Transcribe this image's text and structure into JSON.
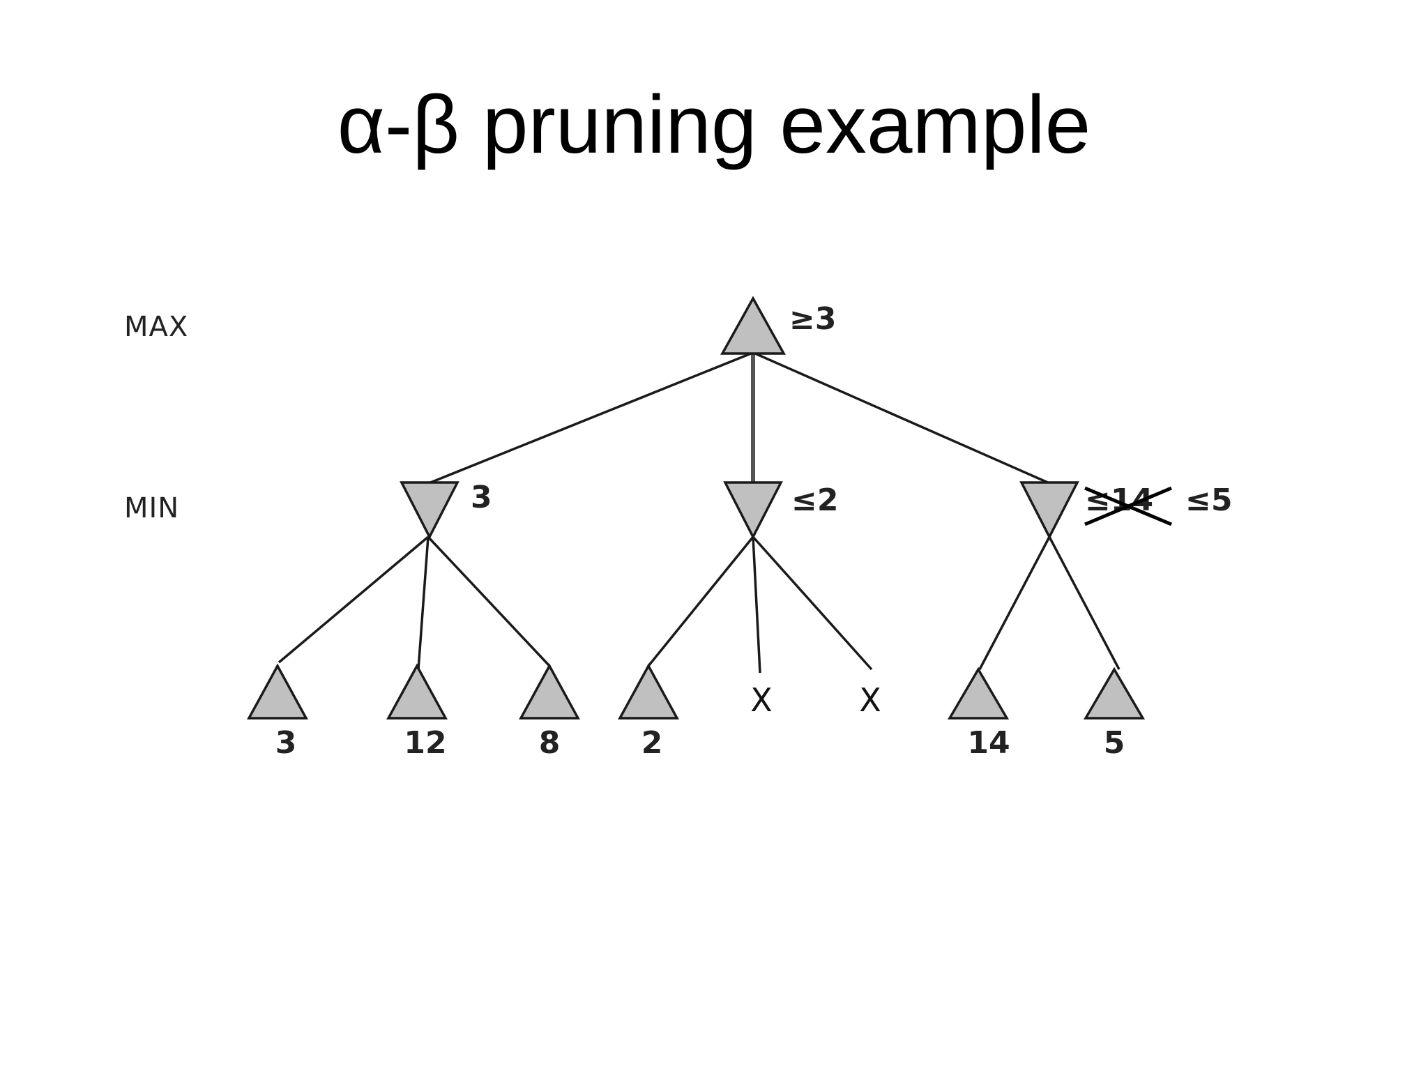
{
  "title": "α-β pruning example",
  "levels": {
    "max": "MAX",
    "min": "MIN"
  },
  "root": {
    "note": "≥3"
  },
  "min_nodes": [
    {
      "note": "3"
    },
    {
      "note": "≤2"
    },
    {
      "struck_note": "≤14",
      "note": "≤5"
    }
  ],
  "leaves": [
    {
      "value": "3"
    },
    {
      "value": "12"
    },
    {
      "value": "8"
    },
    {
      "value": "2"
    },
    {
      "value": "14"
    },
    {
      "value": "5"
    }
  ],
  "pruned": [
    "X",
    "X"
  ],
  "colors": {
    "node_fill": "#c0c0c0",
    "line": "#1a1a1a"
  }
}
